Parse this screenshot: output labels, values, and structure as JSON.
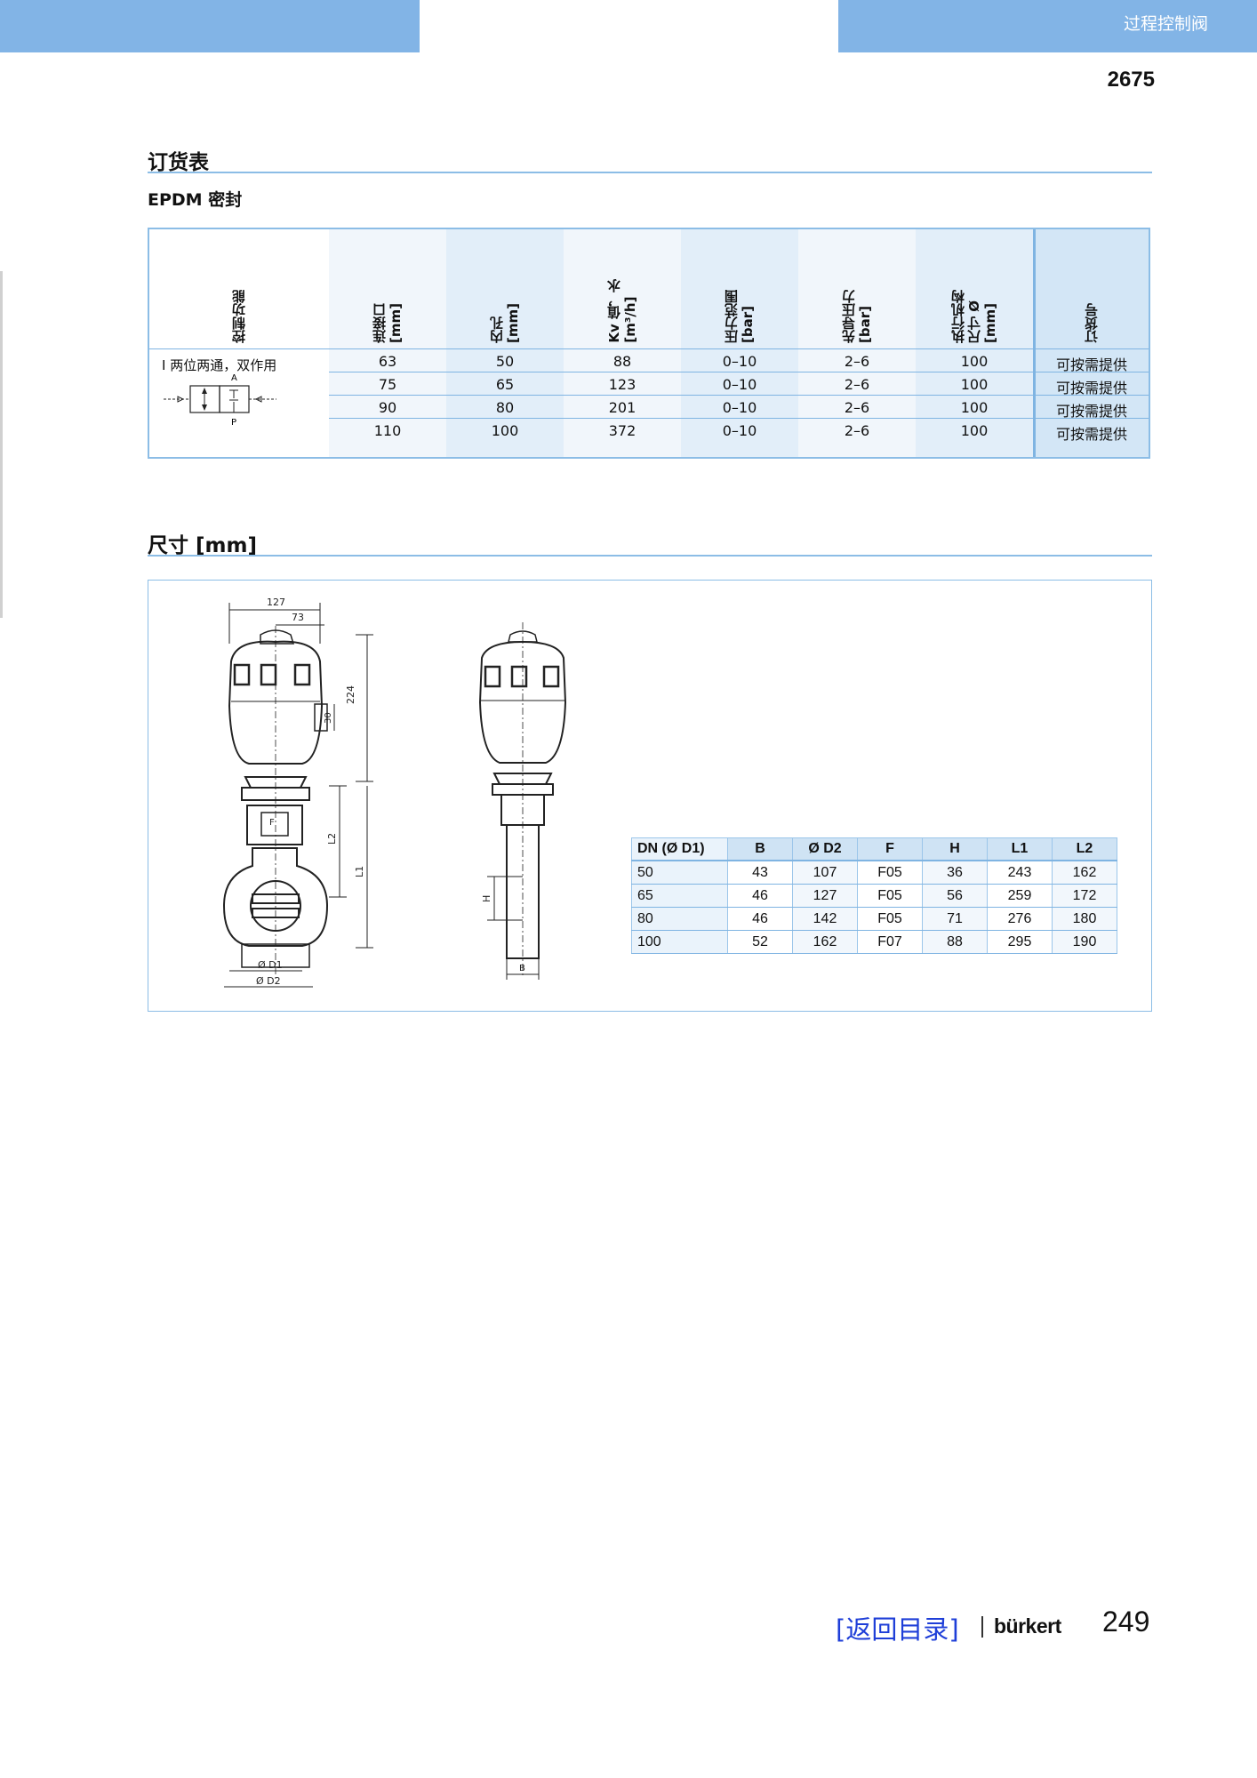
{
  "header": {
    "category": "过程控制阀",
    "product_number": "2675"
  },
  "order_section": {
    "title": "订货表",
    "subtitle": "EPDM 密封",
    "columns": [
      "控制功能",
      "连接口\n[mm]",
      "内孔\n[mm]",
      "Kv 值，水\n[m³/h]",
      "压力范围\n[bar]",
      "先导压力\n[bar]",
      "执行机构\n尺寸 Ø\n[mm]",
      "订货号"
    ],
    "control_function": "I 两位两通，双作用",
    "symbol_labels": {
      "a": "A",
      "p": "P"
    },
    "rows": [
      [
        "63",
        "50",
        "88",
        "0–10",
        "2–6",
        "100",
        "可按需提供"
      ],
      [
        "75",
        "65",
        "123",
        "0–10",
        "2–6",
        "100",
        "可按需提供"
      ],
      [
        "90",
        "80",
        "201",
        "0–10",
        "2–6",
        "100",
        "可按需提供"
      ],
      [
        "110",
        "100",
        "372",
        "0–10",
        "2–6",
        "100",
        "可按需提供"
      ]
    ]
  },
  "dimension_section": {
    "title": "尺寸 [mm]",
    "drawing_labels": {
      "w127": "127",
      "w73": "73",
      "h224": "224",
      "h30": "30",
      "f": "F",
      "l1": "L1",
      "l2": "L2",
      "d1": "Ø D1",
      "d2": "Ø D2",
      "h": "H",
      "b": "B"
    },
    "table": {
      "headers": [
        "DN (Ø D1)",
        "B",
        "Ø D2",
        "F",
        "H",
        "L1",
        "L2"
      ],
      "rows": [
        [
          "50",
          "43",
          "107",
          "F05",
          "36",
          "243",
          "162"
        ],
        [
          "65",
          "46",
          "127",
          "F05",
          "56",
          "259",
          "172"
        ],
        [
          "80",
          "46",
          "142",
          "F05",
          "71",
          "276",
          "180"
        ],
        [
          "100",
          "52",
          "162",
          "F07",
          "88",
          "295",
          "190"
        ]
      ]
    }
  },
  "footer": {
    "link_text": "[返回目录]",
    "brand": "bürkert",
    "page_number": "249"
  },
  "colors": {
    "accent": "#82b4e6",
    "link": "#1f3fd8"
  }
}
